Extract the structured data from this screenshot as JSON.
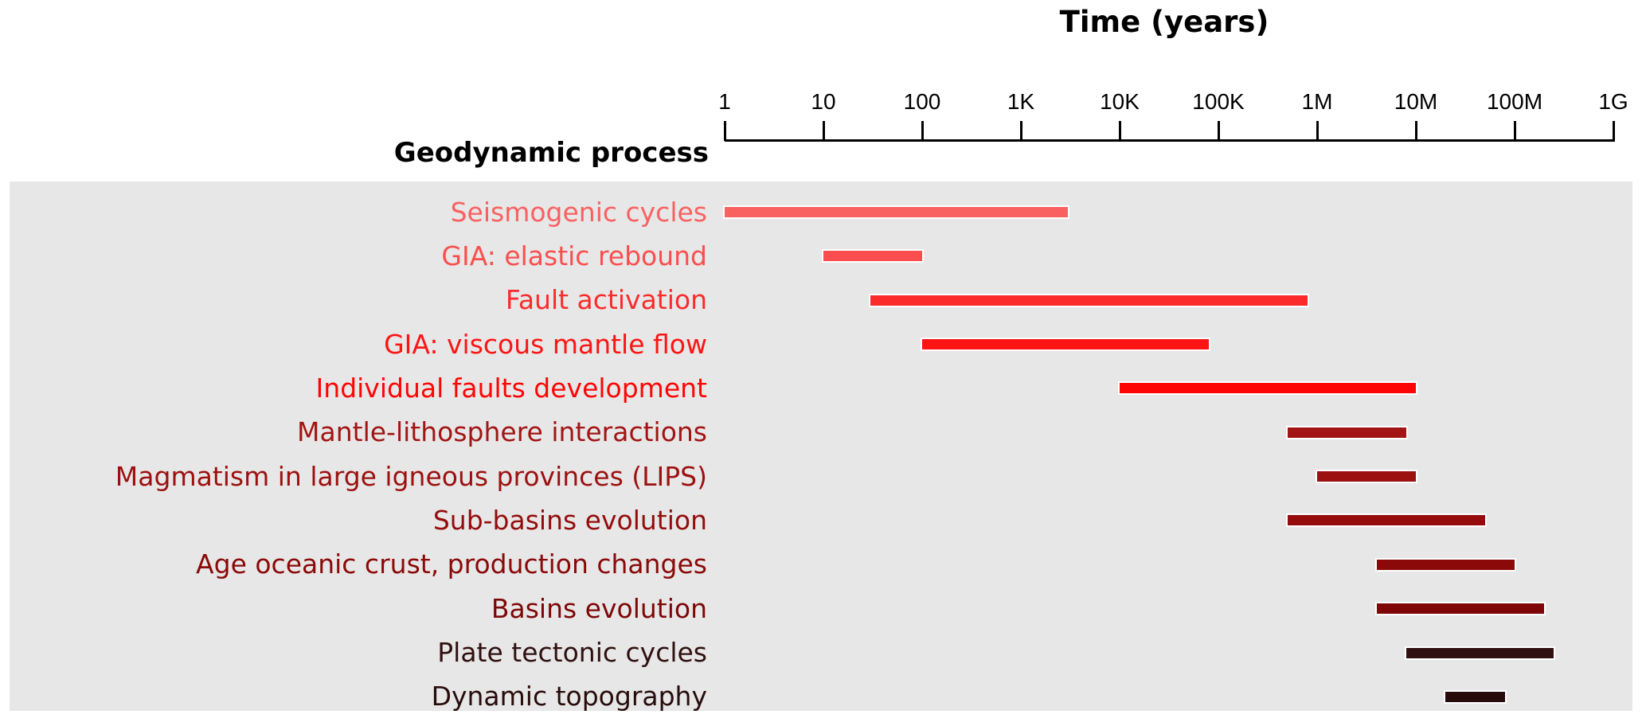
{
  "figure": {
    "axis_title": "Time (years)",
    "column_header": "Geodynamic process",
    "panel_background": "#e7e7e7",
    "axis_color": "#000000"
  },
  "axis": {
    "tick_labels": [
      "1",
      "10",
      "100",
      "1K",
      "10K",
      "100K",
      "1M",
      "10M",
      "100M",
      "1G"
    ],
    "tick_values": [
      1,
      10,
      100,
      1000,
      10000,
      100000,
      1000000,
      10000000,
      100000000,
      1000000000
    ]
  },
  "chart_data": {
    "type": "bar",
    "subtype": "horizontal-time-range",
    "title": "Time (years)",
    "xlabel": "Time (years)",
    "ylabel": "Geodynamic process",
    "x_scale": "log10",
    "x_range_years": [
      1,
      1000000000
    ],
    "x_tick_labels": [
      "1",
      "10",
      "100",
      "1K",
      "10K",
      "100K",
      "1M",
      "10M",
      "100M",
      "1G"
    ],
    "grid": false,
    "legend": "none",
    "categories": [
      "Seismogenic cycles",
      "GIA: elastic rebound",
      "Fault activation",
      "GIA: viscous mantle flow",
      "Individual faults development",
      "Mantle-lithosphere interactions",
      "Magmatism in large igneous provinces (LIPS)",
      "Sub-basins evolution",
      "Age oceanic crust, production changes",
      "Basins evolution",
      "Plate tectonic cycles",
      "Dynamic topography"
    ],
    "series": [
      {
        "name": "Seismogenic cycles",
        "start_years": 1,
        "end_years": 3000,
        "color": "#f96161"
      },
      {
        "name": "GIA: elastic rebound",
        "start_years": 10,
        "end_years": 100,
        "color": "#fa4e4e"
      },
      {
        "name": "Fault activation",
        "start_years": 30,
        "end_years": 800000,
        "color": "#fb2b2b"
      },
      {
        "name": "GIA: viscous mantle flow",
        "start_years": 100,
        "end_years": 80000,
        "color": "#fd1414"
      },
      {
        "name": "Individual faults development",
        "start_years": 10000,
        "end_years": 10000000,
        "color": "#fe0505"
      },
      {
        "name": "Mantle-lithosphere interactions",
        "start_years": 500000,
        "end_years": 8000000,
        "color": "#a31414"
      },
      {
        "name": "Magmatism in large igneous provinces (LIPS)",
        "start_years": 1000000,
        "end_years": 10000000,
        "color": "#9d1010"
      },
      {
        "name": "Sub-basins evolution",
        "start_years": 500000,
        "end_years": 50000000,
        "color": "#940c0c"
      },
      {
        "name": "Age oceanic crust, production changes",
        "start_years": 4000000,
        "end_years": 100000000,
        "color": "#8b0909"
      },
      {
        "name": "Basins evolution",
        "start_years": 4000000,
        "end_years": 200000000,
        "color": "#7e0606"
      },
      {
        "name": "Plate tectonic cycles",
        "start_years": 8000000,
        "end_years": 250000000,
        "color": "#301010"
      },
      {
        "name": "Dynamic topography",
        "start_years": 20000000,
        "end_years": 80000000,
        "color": "#280c0c"
      }
    ]
  }
}
